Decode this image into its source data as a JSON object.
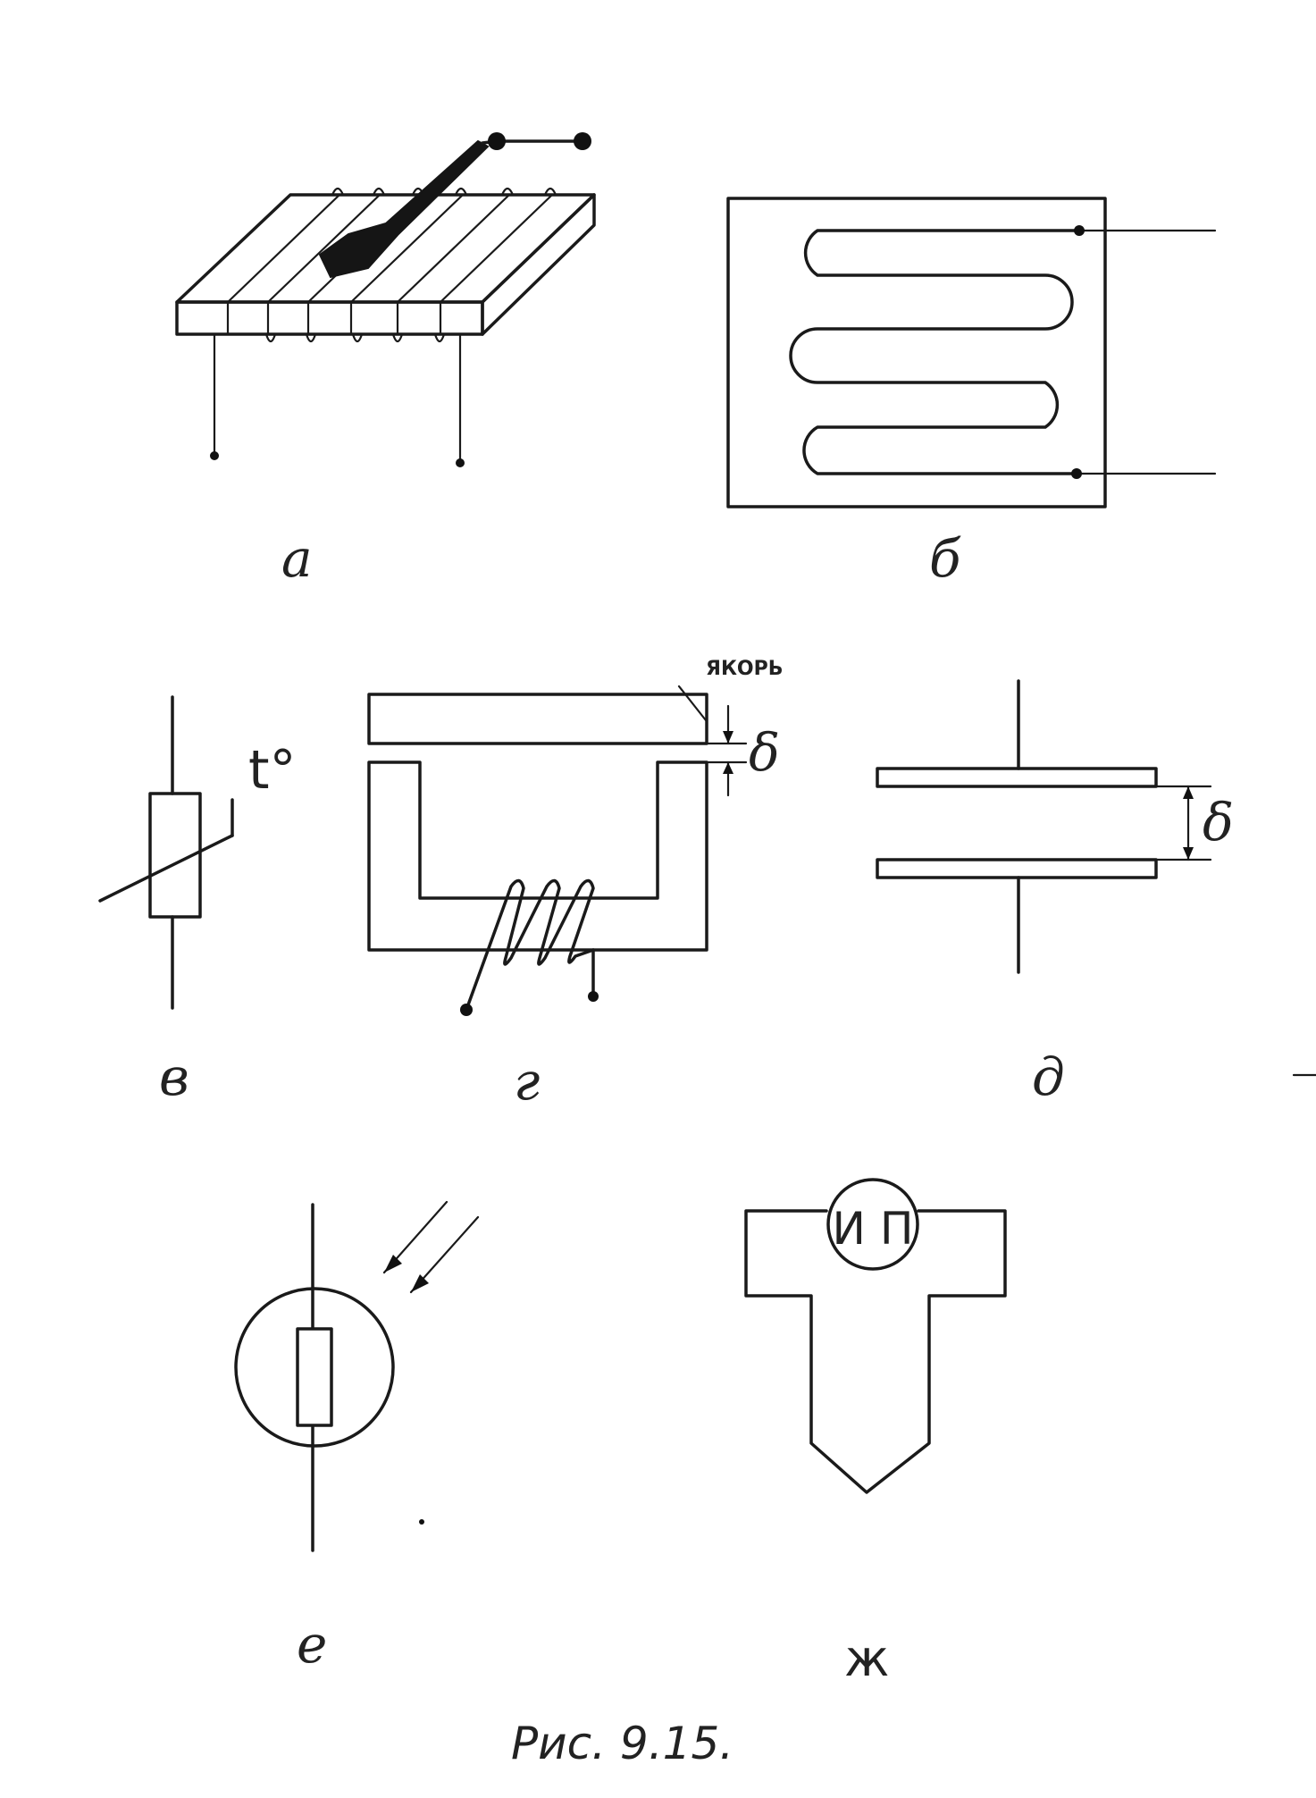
{
  "labels": {
    "a": "а",
    "b": "б",
    "v": "в",
    "g": "г",
    "d": "д",
    "e": "е",
    "zh": "ж"
  },
  "annotations": {
    "thermistor_symbol": "t°",
    "armature": "ЯКОРЬ",
    "gap_g": "δ",
    "gap_d": "δ",
    "meter": "И П"
  },
  "caption": "Рис. 9.15.",
  "colors": {
    "ink": "#1a1a1a",
    "paper": "#ffffff"
  }
}
